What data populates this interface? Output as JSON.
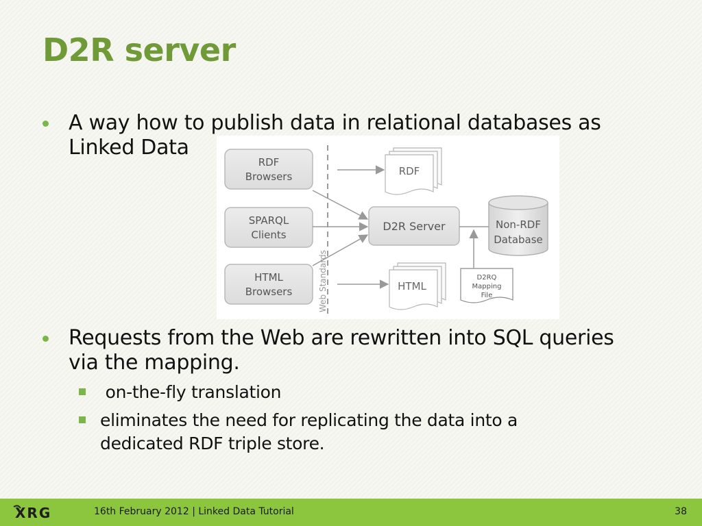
{
  "slide": {
    "title": "D2R server"
  },
  "bullets": [
    {
      "text": "A way how to publish data in relational databases as Linked Data",
      "line1": "A way how to publish data in relational databases as",
      "line2": "Linked Data"
    },
    {
      "text": "Requests from the Web are rewritten into SQL queries via the mapping.",
      "line1": "Requests from the Web are rewritten into SQL queries",
      "line2": "via the mapping.",
      "sub_bullets": [
        {
          "line1": " on-the-fly translation"
        },
        {
          "line1": "eliminates the need for replicating the data into a",
          "line2": "dedicated RDF triple store."
        }
      ]
    }
  ],
  "diagram": {
    "clients": [
      {
        "line1": "RDF",
        "line2": "Browsers"
      },
      {
        "line1": "SPARQL",
        "line2": "Clients"
      },
      {
        "line1": "HTML",
        "line2": "Browsers"
      }
    ],
    "web_standards_label": "Web Standards",
    "server_label": "D2R Server",
    "outputs": [
      "RDF",
      "HTML"
    ],
    "database": {
      "line1": "Non-RDF",
      "line2": "Database"
    },
    "mapping_file": {
      "line1": "D2RQ",
      "line2": "Mapping",
      "line3": "File"
    }
  },
  "footer": {
    "logo_text": "XRG",
    "text": "16th February 2012 | Linked Data Tutorial",
    "page_number": "38"
  },
  "colors": {
    "title": "#6f9a37",
    "bullet": "#7ab648",
    "footer_bar": "#8cc63f",
    "diagram_box_fill": "#e6e6e6",
    "diagram_box_stroke": "#b8b8b8"
  }
}
